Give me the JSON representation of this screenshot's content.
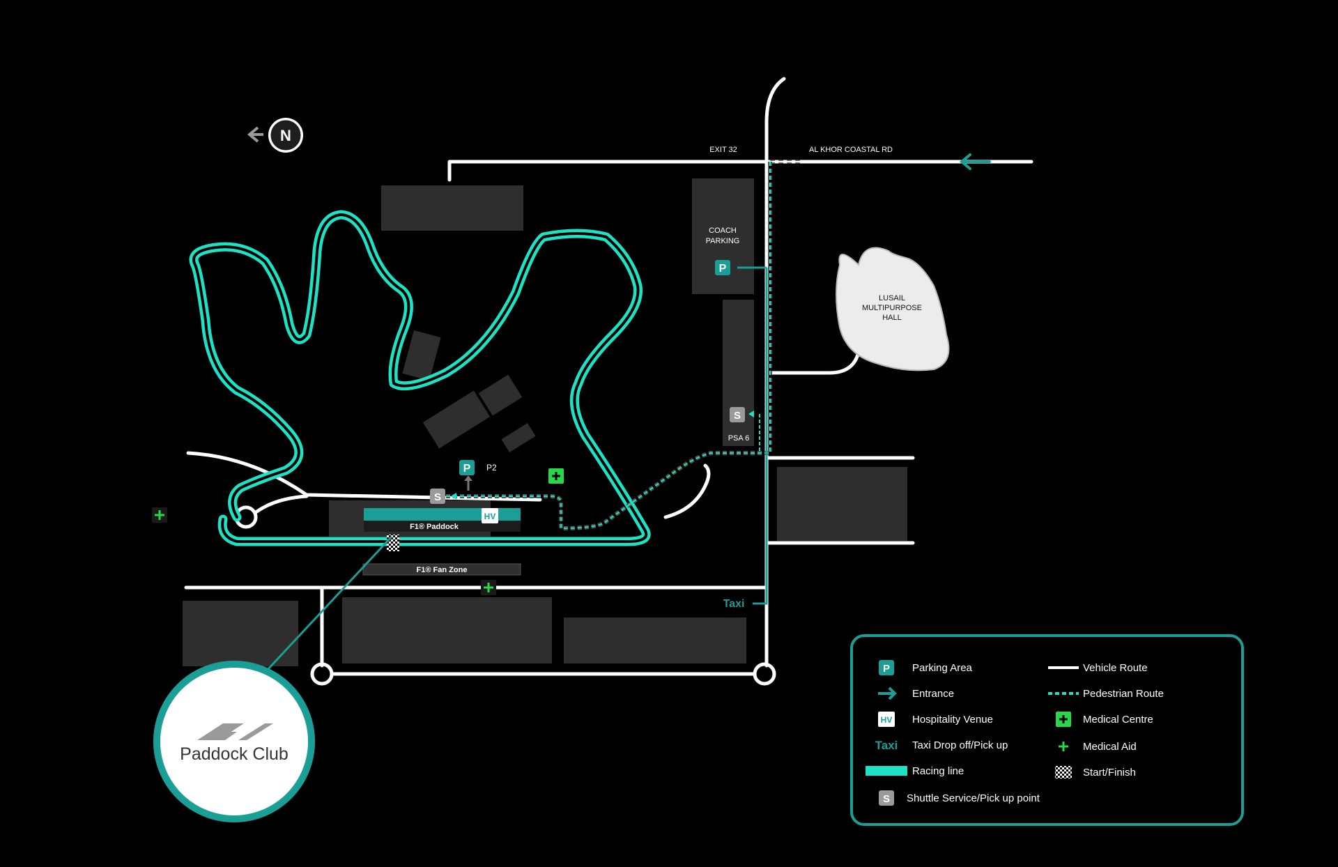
{
  "compass": {
    "letter": "N"
  },
  "roads": {
    "exit": "EXIT 32",
    "coastal": "AL KHOR COASTAL RD"
  },
  "areas": {
    "coach_parking": [
      "COACH",
      "PARKING"
    ],
    "hall": [
      "LUSAIL",
      "MULTIPURPOSE",
      "HALL"
    ],
    "psa6": "PSA 6",
    "p2": "P2",
    "paddock": "F1® Paddock",
    "fan_zone": "F1® Fan Zone",
    "taxi": "Taxi"
  },
  "markers": {
    "parking": "P",
    "shuttle": "S",
    "hospitality": "HV"
  },
  "badge": {
    "logo_text": "Paddock Club"
  },
  "legend": {
    "left": [
      {
        "icon": "parking-icon",
        "label": "Parking Area"
      },
      {
        "icon": "entrance-arrow-icon",
        "label": "Entrance"
      },
      {
        "icon": "hospitality-icon",
        "label": "Hospitality Venue"
      },
      {
        "icon": "taxi-icon",
        "label": "Taxi Drop off/Pick up",
        "icon_text": "Taxi"
      },
      {
        "icon": "racing-line-icon",
        "label": "Racing line"
      },
      {
        "icon": "shuttle-icon",
        "label": "Shuttle Service/Pick up point"
      }
    ],
    "right": [
      {
        "icon": "vehicle-route-icon",
        "label": "Vehicle Route"
      },
      {
        "icon": "pedestrian-route-icon",
        "label": "Pedestrian Route"
      },
      {
        "icon": "medical-centre-icon",
        "label": "Medical Centre"
      },
      {
        "icon": "medical-aid-icon",
        "label": "Medical Aid"
      },
      {
        "icon": "start-finish-icon",
        "label": "Start/Finish"
      }
    ]
  },
  "colors": {
    "background": "#000000",
    "track": "#1de3c6",
    "teal": "#1a9e96",
    "building": "#2e2e2e",
    "road": "#ffffff",
    "medical": "#27d84a"
  }
}
